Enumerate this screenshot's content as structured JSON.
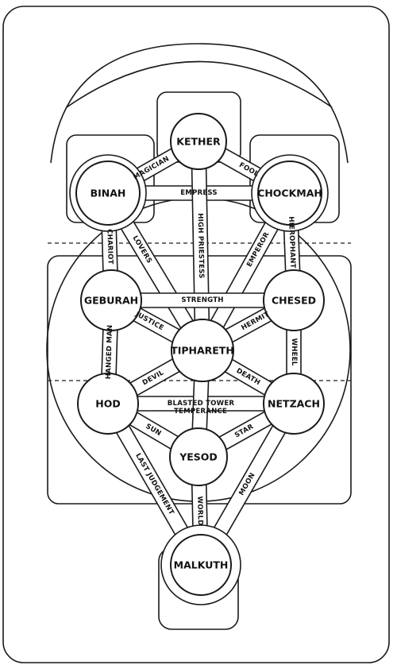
{
  "sephirot": [
    {
      "id": "kether",
      "label": "KETHER"
    },
    {
      "id": "binah",
      "label": "BINAH"
    },
    {
      "id": "chockmah",
      "label": "CHOCKMAH"
    },
    {
      "id": "geburah",
      "label": "GEBURAH"
    },
    {
      "id": "chesed",
      "label": "CHESED"
    },
    {
      "id": "tiphareth",
      "label": "TIPHARETH"
    },
    {
      "id": "hod",
      "label": "HOD"
    },
    {
      "id": "netzach",
      "label": "NETZACH"
    },
    {
      "id": "yesod",
      "label": "YESOD"
    },
    {
      "id": "malkuth",
      "label": "MALKUTH"
    }
  ],
  "paths": [
    {
      "from": "kether",
      "to": "binah",
      "label": "MAGICIAN"
    },
    {
      "from": "kether",
      "to": "chockmah",
      "label": "FOOL"
    },
    {
      "from": "binah",
      "to": "chockmah",
      "label": "EMPRESS"
    },
    {
      "from": "kether",
      "to": "tiphareth",
      "label": "HIGH PRIESTESS"
    },
    {
      "from": "binah",
      "to": "geburah",
      "label": "CHARIOT"
    },
    {
      "from": "binah",
      "to": "tiphareth",
      "label": "LOVERS"
    },
    {
      "from": "chockmah",
      "to": "tiphareth",
      "label": "EMPEROR"
    },
    {
      "from": "chockmah",
      "to": "chesed",
      "label": "HIEROPHANT"
    },
    {
      "from": "geburah",
      "to": "chesed",
      "label": "STRENGTH"
    },
    {
      "from": "geburah",
      "to": "tiphareth",
      "label": "JUSTICE"
    },
    {
      "from": "chesed",
      "to": "tiphareth",
      "label": "HERMIT"
    },
    {
      "from": "geburah",
      "to": "hod",
      "label": "HANGED MAN"
    },
    {
      "from": "chesed",
      "to": "netzach",
      "label": "WHEEL"
    },
    {
      "from": "tiphareth",
      "to": "hod",
      "label": "DEVIL"
    },
    {
      "from": "tiphareth",
      "to": "netzach",
      "label": "DEATH"
    },
    {
      "from": "hod",
      "to": "netzach",
      "label": "BLASTED TOWER"
    },
    {
      "from": "tiphareth",
      "to": "yesod",
      "label": "TEMPERANCE"
    },
    {
      "from": "hod",
      "to": "yesod",
      "label": "SUN"
    },
    {
      "from": "netzach",
      "to": "yesod",
      "label": "STAR"
    },
    {
      "from": "hod",
      "to": "malkuth",
      "label": "LAST JUDGEMENT"
    },
    {
      "from": "netzach",
      "to": "malkuth",
      "label": "MOON"
    },
    {
      "from": "yesod",
      "to": "malkuth",
      "label": "WORLD"
    }
  ]
}
